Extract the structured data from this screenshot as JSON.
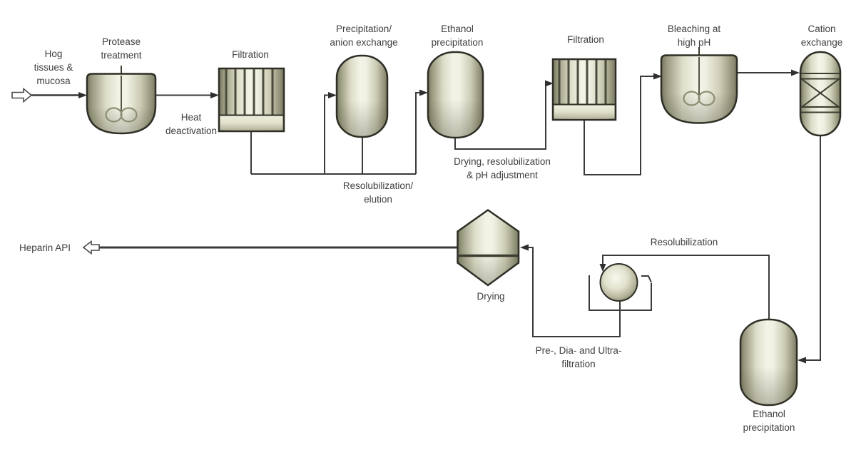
{
  "diagram": {
    "type": "process-flow-diagram",
    "subject": "Heparin API production process from hog tissues and mucosa",
    "background_color": "#ffffff",
    "pipe_color": "#3a3a3a",
    "vessel_border_color": "#2e2e26",
    "vessel_highlight_color": "#f3f3e6",
    "vessel_shadow_color": "#7a7a64",
    "text_color": "#3e3e3e"
  },
  "labels": {
    "hog_input": "Hog\ntissues &\nmucosa",
    "protease_treatment": "Protease\ntreatment",
    "heat_deactivation": "Heat\ndeactivation",
    "filtration_1": "Filtration",
    "precipitation_anion_exchange": "Precipitation/\nanion exchange",
    "resolubilization_elution": "Resolubilization/\nelution",
    "ethanol_precipitation_1": "Ethanol\nprecipitation",
    "drying_resolubilization_ph": "Drying, resolubilization\n& pH adjustment",
    "filtration_2": "Filtration",
    "bleaching_high_ph": "Bleaching at\nhigh pH",
    "cation_exchange": "Cation\nexchange",
    "resolubilization": "Resolubilization",
    "ethanol_precipitation_2": "Ethanol\nprecipitation",
    "pre_dia_ultrafiltration": "Pre-, Dia- and Ultra-\nfiltration",
    "drying": "Drying",
    "heparin_api": "Heparin API"
  },
  "nodes": [
    {
      "id": "hog-tissues-input",
      "kind": "feed-stream",
      "label": "Hog tissues & mucosa"
    },
    {
      "id": "protease-treatment",
      "kind": "stirred-tank",
      "label": "Protease treatment"
    },
    {
      "id": "filtration-1",
      "kind": "filter",
      "label": "Filtration"
    },
    {
      "id": "precipitation-anion-exchange",
      "kind": "vessel",
      "label": "Precipitation/anion exchange"
    },
    {
      "id": "ethanol-precipitation-1",
      "kind": "vessel",
      "label": "Ethanol precipitation"
    },
    {
      "id": "filtration-2",
      "kind": "filter",
      "label": "Filtration"
    },
    {
      "id": "bleaching-high-ph",
      "kind": "stirred-tank",
      "label": "Bleaching at high pH"
    },
    {
      "id": "cation-exchange",
      "kind": "packed-column",
      "label": "Cation exchange"
    },
    {
      "id": "ethanol-precipitation-2",
      "kind": "vessel",
      "label": "Ethanol precipitation"
    },
    {
      "id": "ultrafiltration-unit",
      "kind": "membrane-circulation-unit",
      "label": "Pre-, Dia- and Ultra-filtration"
    },
    {
      "id": "drying-unit",
      "kind": "dryer",
      "label": "Drying"
    },
    {
      "id": "heparin-api-output",
      "kind": "product-stream",
      "label": "Heparin API"
    }
  ],
  "flow": [
    {
      "from": "hog-tissues-input",
      "to": "protease-treatment",
      "note": ""
    },
    {
      "from": "protease-treatment",
      "to": "filtration-1",
      "note": "Heat deactivation"
    },
    {
      "from": "filtration-1",
      "to": "precipitation-anion-exchange",
      "note": ""
    },
    {
      "from": "precipitation-anion-exchange",
      "to": "ethanol-precipitation-1",
      "note": "Resolubilization/elution"
    },
    {
      "from": "ethanol-precipitation-1",
      "to": "filtration-2",
      "note": "Drying, resolubilization & pH adjustment"
    },
    {
      "from": "filtration-2",
      "to": "bleaching-high-ph",
      "note": ""
    },
    {
      "from": "bleaching-high-ph",
      "to": "cation-exchange",
      "note": ""
    },
    {
      "from": "cation-exchange",
      "to": "ethanol-precipitation-2",
      "note": ""
    },
    {
      "from": "ethanol-precipitation-2",
      "to": "ultrafiltration-unit",
      "note": "Resolubilization"
    },
    {
      "from": "ultrafiltration-unit",
      "to": "drying-unit",
      "note": "Pre-, Dia- and Ultra-filtration"
    },
    {
      "from": "drying-unit",
      "to": "heparin-api-output",
      "note": ""
    }
  ]
}
